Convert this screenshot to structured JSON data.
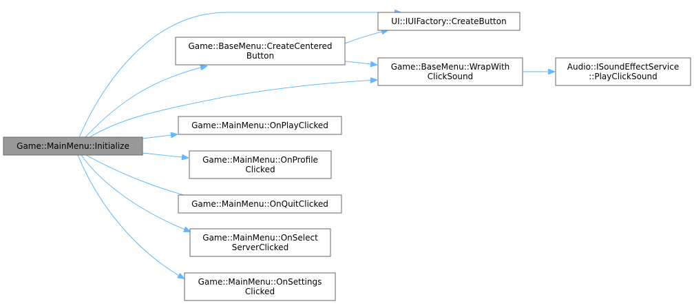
{
  "diagram": {
    "type": "call-graph",
    "colors": {
      "edge": "#63b8ff",
      "root_fill": "#999999",
      "node_fill": "#ffffff",
      "node_border": "#666666"
    },
    "nodes": [
      {
        "id": "root",
        "lines": [
          "Game::MainMenu::Initialize"
        ],
        "root": true
      },
      {
        "id": "create_button",
        "lines": [
          "UI::IUIFactory::CreateButton"
        ]
      },
      {
        "id": "create_centered",
        "lines": [
          "Game::BaseMenu::CreateCentered",
          "Button"
        ]
      },
      {
        "id": "wrap_click",
        "lines": [
          "Game::BaseMenu::WrapWith",
          "ClickSound"
        ]
      },
      {
        "id": "play_click",
        "lines": [
          "Audio::ISoundEffectService",
          "::PlayClickSound"
        ]
      },
      {
        "id": "on_play",
        "lines": [
          "Game::MainMenu::OnPlayClicked"
        ]
      },
      {
        "id": "on_profile",
        "lines": [
          "Game::MainMenu::OnProfile",
          "Clicked"
        ]
      },
      {
        "id": "on_quit",
        "lines": [
          "Game::MainMenu::OnQuitClicked"
        ]
      },
      {
        "id": "on_select",
        "lines": [
          "Game::MainMenu::OnSelect",
          "ServerClicked"
        ]
      },
      {
        "id": "on_settings",
        "lines": [
          "Game::MainMenu::OnSettings",
          "Clicked"
        ]
      }
    ],
    "edges": [
      {
        "from": "root",
        "to": "create_button"
      },
      {
        "from": "root",
        "to": "create_centered"
      },
      {
        "from": "root",
        "to": "wrap_click"
      },
      {
        "from": "root",
        "to": "on_play"
      },
      {
        "from": "root",
        "to": "on_profile"
      },
      {
        "from": "root",
        "to": "on_quit"
      },
      {
        "from": "root",
        "to": "on_select"
      },
      {
        "from": "root",
        "to": "on_settings"
      },
      {
        "from": "create_centered",
        "to": "create_button"
      },
      {
        "from": "create_centered",
        "to": "wrap_click"
      },
      {
        "from": "wrap_click",
        "to": "play_click"
      }
    ]
  }
}
